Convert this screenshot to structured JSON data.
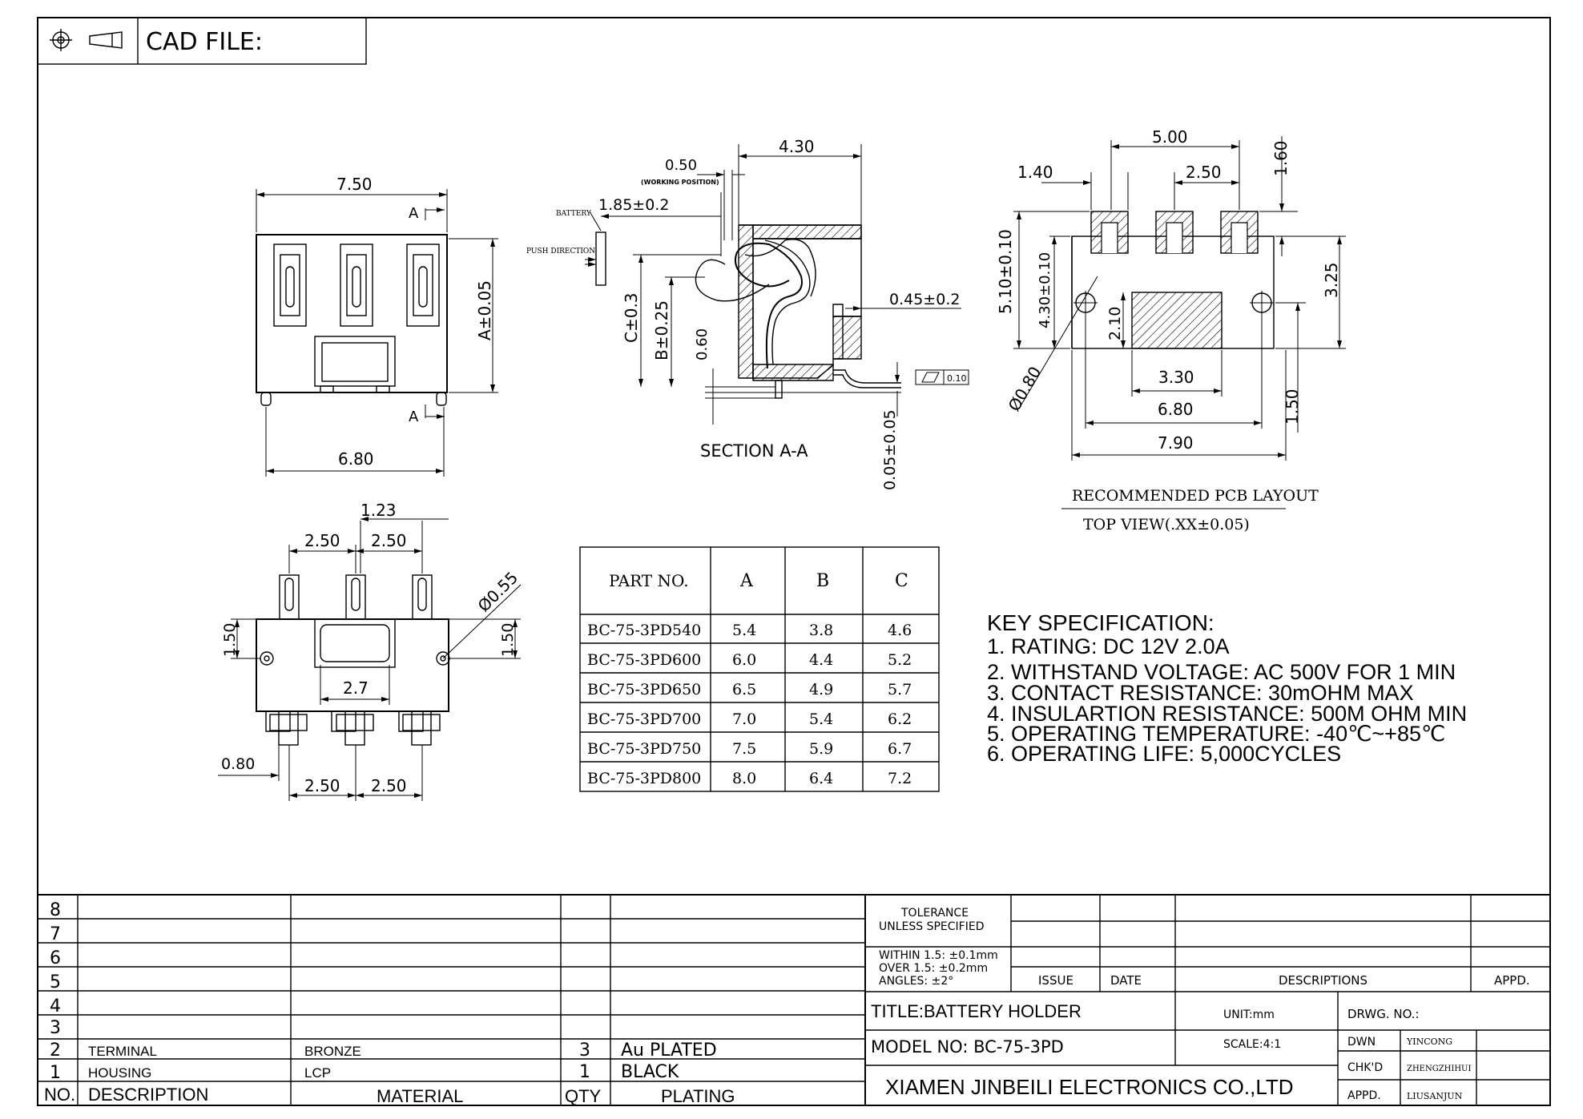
{
  "header": {
    "cad_file_label": "CAD FILE:"
  },
  "top_view": {
    "dim_width": "7.50",
    "dim_height": "A±0.05",
    "dim_pins": "6.80",
    "section_marker": "A"
  },
  "section": {
    "dim_top": "4.30",
    "dim_working": "0.50",
    "working_note": "(WORKING POSITION)",
    "dim_push": "1.85±0.2",
    "battery_label": "BATTERY",
    "push_label": "PUSH DIRECTION",
    "dim_c": "C±0.3",
    "dim_b": "B±0.25",
    "dim_060": "0.60",
    "dim_045": "0.45±0.2",
    "dim_005": "0.05±0.05",
    "flatness": "0.10",
    "title": "SECTION A-A"
  },
  "pcb": {
    "dim_500": "5.00",
    "dim_140": "1.40",
    "dim_250": "2.50",
    "dim_160": "1.60",
    "dim_510": "5.10±0.10",
    "dim_430": "4.30±0.10",
    "dim_210": "2.10",
    "dim_325": "3.25",
    "dim_330": "3.30",
    "dim_680": "6.80",
    "dim_790": "7.90",
    "dim_150": "1.50",
    "dim_080": "Ø0.80",
    "caption1": "RECOMMENDED PCB LAYOUT",
    "caption2": "TOP VIEW(.XX±0.05)"
  },
  "front_view": {
    "dim_123": "1.23",
    "dim_250a": "2.50",
    "dim_250b": "2.50",
    "dim_055": "Ø0.55",
    "dim_150l": "1.50",
    "dim_150r": "1.50",
    "dim_27": "2.7",
    "dim_080": "0.80",
    "dim_250c": "2.50",
    "dim_250d": "2.50"
  },
  "part_table": {
    "headers": [
      "PART NO.",
      "A",
      "B",
      "C"
    ],
    "rows": [
      [
        "BC-75-3PD540",
        "5.4",
        "3.8",
        "4.6"
      ],
      [
        "BC-75-3PD600",
        "6.0",
        "4.4",
        "5.2"
      ],
      [
        "BC-75-3PD650",
        "6.5",
        "4.9",
        "5.7"
      ],
      [
        "BC-75-3PD700",
        "7.0",
        "5.4",
        "6.2"
      ],
      [
        "BC-75-3PD750",
        "7.5",
        "5.9",
        "6.7"
      ],
      [
        "BC-75-3PD800",
        "8.0",
        "6.4",
        "7.2"
      ]
    ]
  },
  "spec": {
    "title": "KEY SPECIFICATION:",
    "items": [
      "1. RATING: DC 12V 2.0A",
      "2. WITHSTAND VOLTAGE: AC 500V FOR 1 MIN",
      "3. CONTACT RESISTANCE: 30mOHM MAX",
      "4. INSULARTION RESISTANCE: 500M OHM MIN",
      "5. OPERATING TEMPERATURE: -40℃~+85℃",
      "6. OPERATING LIFE: 5,000CYCLES"
    ]
  },
  "bom": {
    "row_numbers": [
      "8",
      "7",
      "6",
      "5",
      "4",
      "3",
      "2",
      "1"
    ],
    "rows": [
      {
        "desc": "TERMINAL",
        "material": "BRONZE",
        "qty": "3",
        "plating": "Au PLATED"
      },
      {
        "desc": "HOUSING",
        "material": "LCP",
        "qty": "1",
        "plating": "BLACK"
      }
    ],
    "headers": {
      "no": "NO.",
      "desc": "DESCRIPTION",
      "material": "MATERIAL",
      "qty": "QTY",
      "plating": "PLATING"
    }
  },
  "title_block": {
    "tolerance1": "TOLERANCE",
    "tolerance2": "UNLESS SPECIFIED",
    "within": "WITHIN 1.5: ±0.1mm",
    "over": "OVER 1.5:  ±0.2mm",
    "angles": "ANGLES: ±2°",
    "issue": "ISSUE",
    "date": "DATE",
    "descriptions": "DESCRIPTIONS",
    "appd": "APPD.",
    "title": "TITLE:BATTERY  HOLDER",
    "unit": "UNIT:mm",
    "drwg": "DRWG. NO.:",
    "model": "MODEL NO: BC-75-3PD",
    "scale": "SCALE:4:1",
    "dwn": "DWN",
    "dwn_name": "YINCONG",
    "chkd": "CHK'D",
    "chkd_name": "ZHENGZHIHUI",
    "appd2": "APPD.",
    "appd_name": "LIUSANJUN",
    "company": "XIAMEN JINBEILI ELECTRONICS CO.,LTD"
  }
}
